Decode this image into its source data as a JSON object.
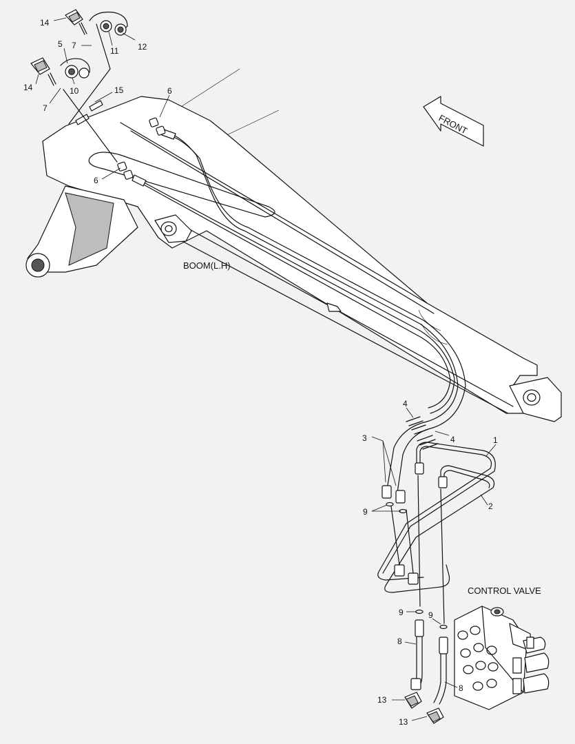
{
  "labels": {
    "boom": "BOOM(L.H)",
    "control_valve": "CONTROL VALVE",
    "front": "FRONT"
  },
  "callouts": {
    "c1": "1",
    "c2": "2",
    "c3": "3",
    "c4a": "4",
    "c4b": "4",
    "c5": "5",
    "c6a": "6",
    "c6b": "6",
    "c7a": "7",
    "c7b": "7",
    "c8a": "8",
    "c8b": "8",
    "c9a": "9",
    "c9b": "9",
    "c9c": "9",
    "c10": "10",
    "c11": "11",
    "c12": "12",
    "c13a": "13",
    "c13b": "13",
    "c14a": "14",
    "c14b": "14",
    "c15": "15"
  }
}
